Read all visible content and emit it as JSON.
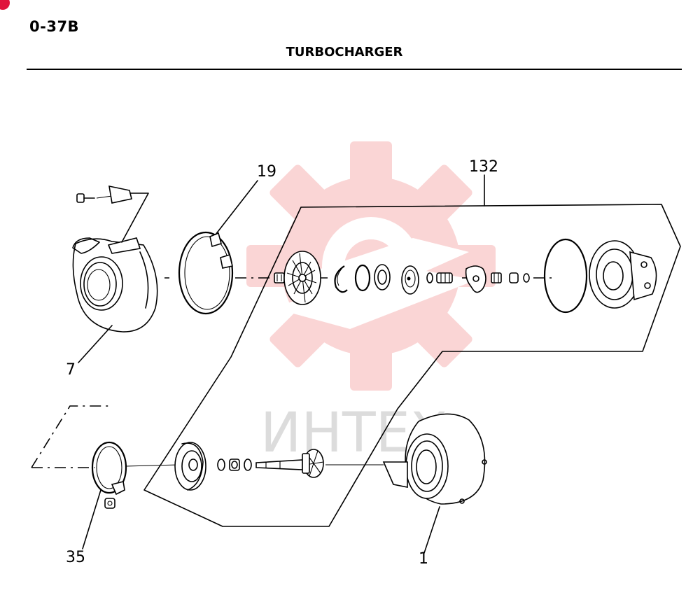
{
  "header": {
    "page_code": "0-37B",
    "title": "TURBOCHARGER"
  },
  "watermark": {
    "text": "ИНТЕХ",
    "color": "#f08080"
  },
  "callouts": {
    "c19": "19",
    "c132": "132",
    "c7": "7",
    "c35": "35",
    "c1": "1"
  },
  "colors": {
    "line": "#000000",
    "background": "#ffffff",
    "badge": "#e0143c"
  }
}
